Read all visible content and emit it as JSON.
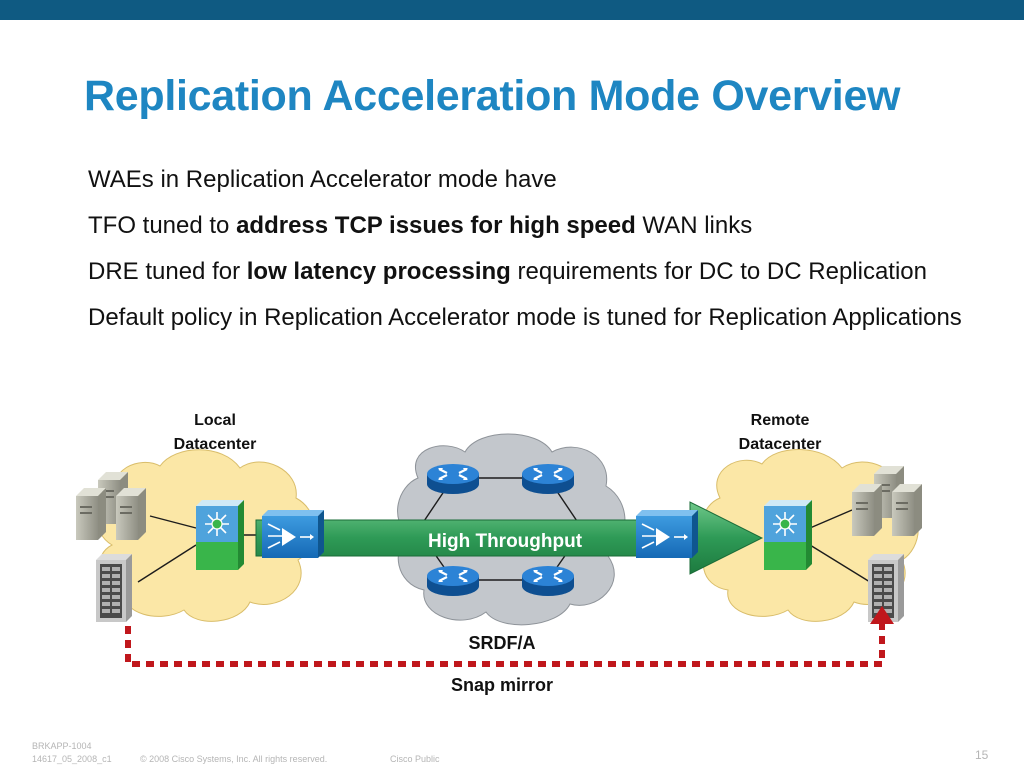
{
  "slide": {
    "title": "Replication Acceleration Mode Overview",
    "bullets": [
      {
        "pre": "WAEs in Replication Accelerator mode have",
        "bold": "",
        "post": ""
      },
      {
        "pre": "TFO tuned to ",
        "bold": "address TCP issues for high speed",
        "post": " WAN links"
      },
      {
        "pre": "DRE tuned for ",
        "bold": "low latency processing",
        "post": " requirements for DC to DC Replication"
      },
      {
        "pre": "Default policy in Replication Accelerator mode is tuned for Replication Applications",
        "bold": "",
        "post": ""
      }
    ]
  },
  "diagram": {
    "local_label_line1": "Local",
    "local_label_line2": "Datacenter",
    "remote_label_line1": "Remote",
    "remote_label_line2": "Datacenter",
    "pipe_label": "High Throughput",
    "replication_label_1": "SRDF/A",
    "replication_label_2": "Snap mirror",
    "colors": {
      "datacenter_cloud": "#fbe7a6",
      "wan_cloud": "#c3c7cc",
      "pipe": "#2e9a56",
      "router": "#1f74c4",
      "switch_green": "#39b54a",
      "replication_line": "#c0171c"
    }
  },
  "footer": {
    "session": "BRKAPP-1004",
    "code": "14617_05_2008_c1",
    "copyright": "© 2008 Cisco Systems, Inc. All rights reserved.",
    "classification": "Cisco Public",
    "page": "15"
  }
}
